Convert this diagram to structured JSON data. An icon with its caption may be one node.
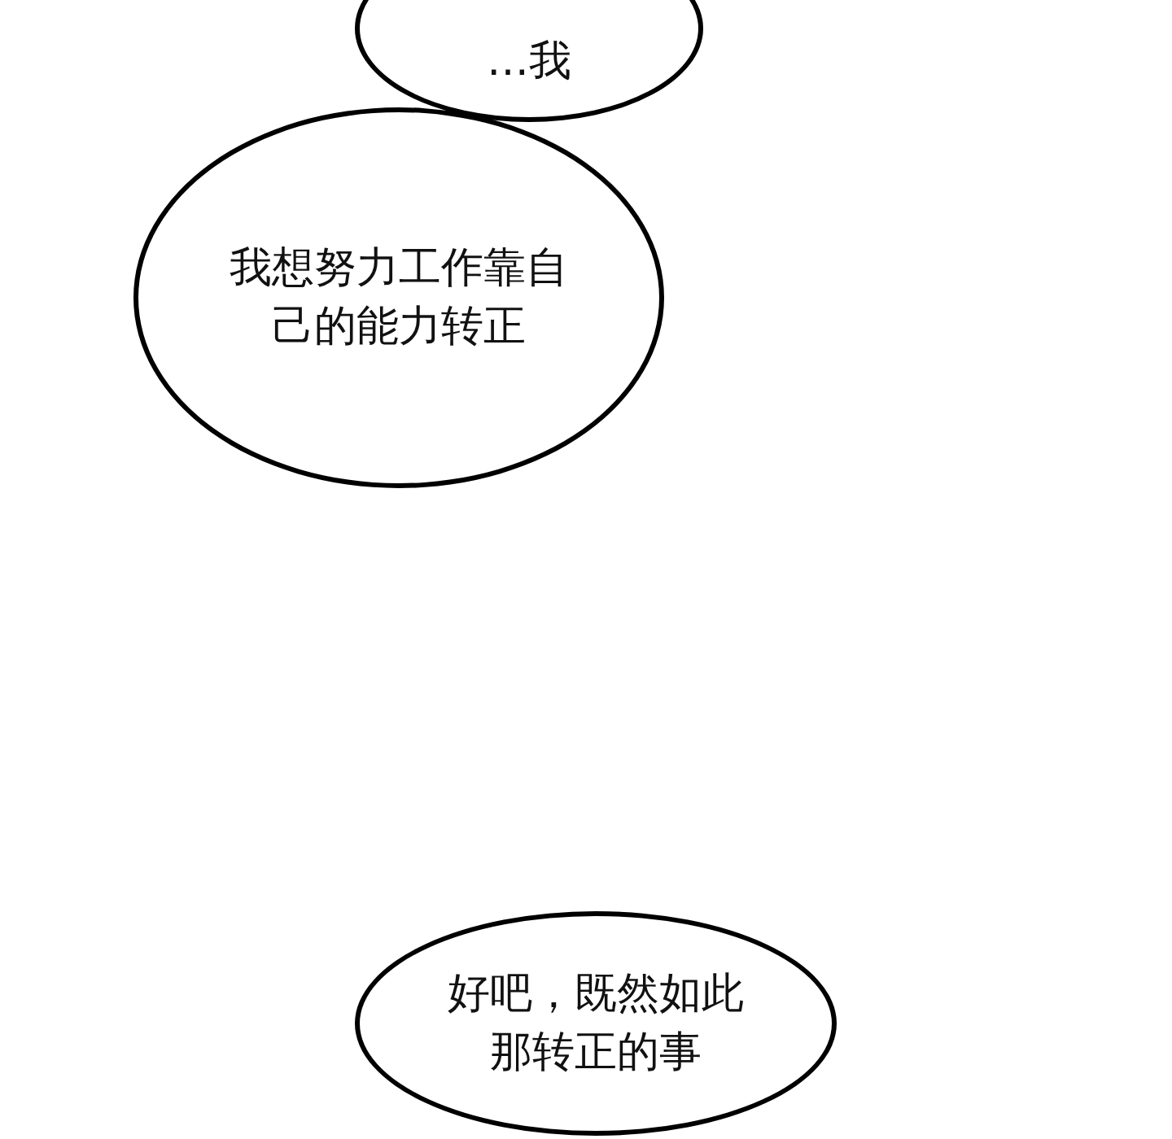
{
  "diagram": {
    "nodes": [
      {
        "text": [
          "…我"
        ]
      },
      {
        "text": [
          "我想努力工作靠自己的能力转正"
        ]
      },
      {
        "text": [
          "好吧，既然如此那转正的事"
        ]
      }
    ]
  }
}
